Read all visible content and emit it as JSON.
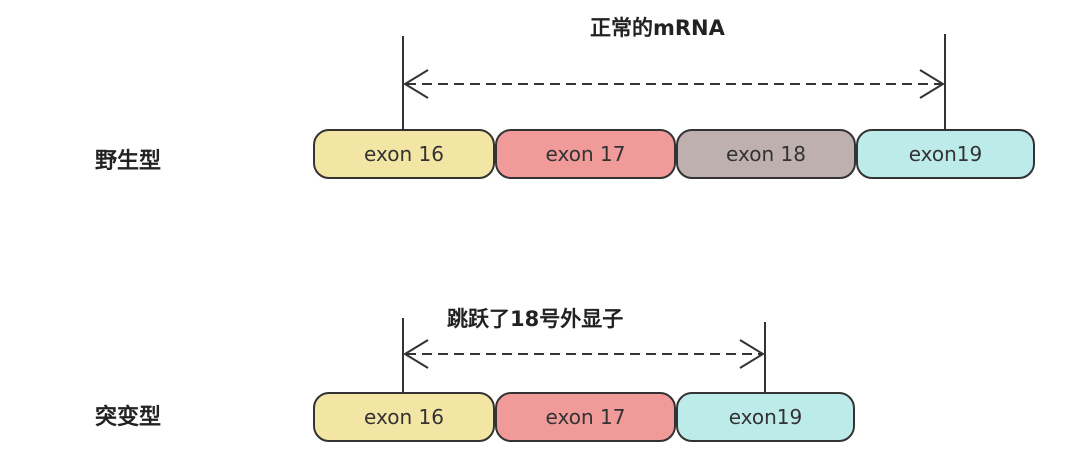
{
  "wild_type": {
    "label": "野生型",
    "caption": "正常的mRNA",
    "exons": [
      {
        "label": "exon 16",
        "color": "#F3E6A4"
      },
      {
        "label": "exon 17",
        "color": "#F09A9A"
      },
      {
        "label": "exon 18",
        "color": "#BDB0AE"
      },
      {
        "label": "exon19",
        "color": "#BDEBEA"
      }
    ]
  },
  "mutant": {
    "label": "突变型",
    "caption": "跳跃了18号外显子",
    "exons": [
      {
        "label": "exon 16",
        "color": "#F3E6A4"
      },
      {
        "label": "exon 17",
        "color": "#F09A9A"
      },
      {
        "label": "exon19",
        "color": "#BDEBEA"
      }
    ]
  },
  "colors": {
    "outline": "#333333",
    "arrow": "#333333"
  }
}
